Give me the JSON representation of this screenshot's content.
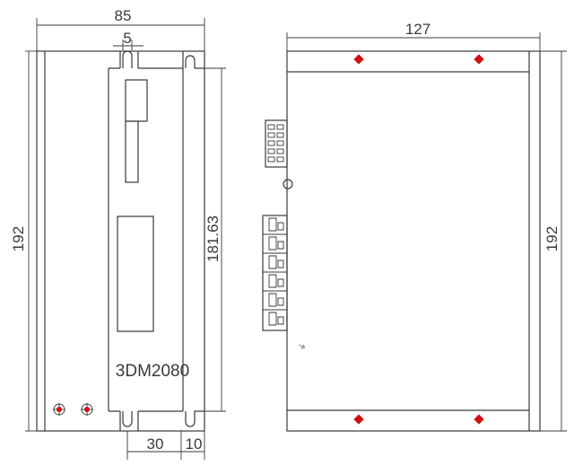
{
  "front_view": {
    "model_label": "3DM2080",
    "dim_width": "85",
    "dim_slot": "5",
    "dim_height": "192",
    "dim_inner_height": "181.63",
    "dim_hole_spacing": "30",
    "dim_hole_edge": "10"
  },
  "side_view": {
    "dim_depth": "127",
    "dim_height": "192",
    "ground_symbol": "⏚"
  },
  "colors": {
    "line": "#3a3a3a",
    "screw_red": "#d01010"
  }
}
